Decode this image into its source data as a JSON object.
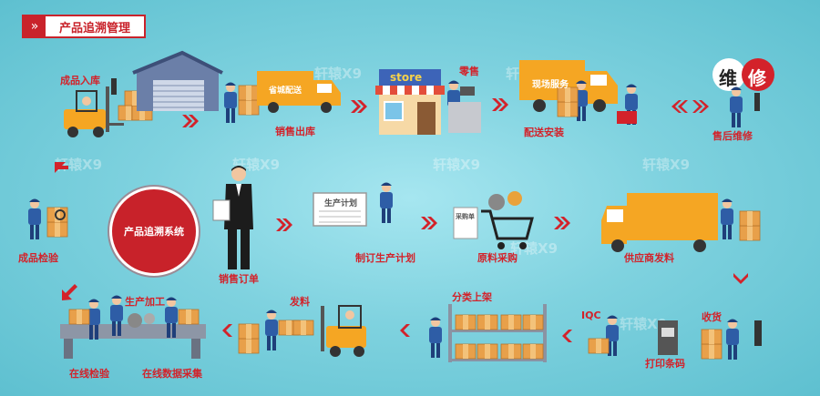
{
  "banner": {
    "title": "产品追溯管理",
    "flag_icon": "chevron-double-right"
  },
  "center": {
    "label": "产品追溯系统"
  },
  "watermark": "轩辕X9",
  "steps": {
    "finished_storage": "成品入库",
    "sales_outbound": "销售出库",
    "retail": "零售",
    "delivery_install": "配送安装",
    "after_sales": "售后维修",
    "finished_inspect": "成品检验",
    "sales_order": "销售订单",
    "production_plan": "制订生产计划",
    "raw_purchase": "原料采购",
    "supplier_ship": "供应商发料",
    "production": "生产加工",
    "issue_material": "发料",
    "sort_shelf": "分类上架",
    "iqc": "IQC",
    "receive": "收货",
    "print_barcode": "打印条码",
    "online_inspect": "在线检验",
    "online_collect": "在线数据采集"
  },
  "signs": {
    "truck1": "省城配送",
    "store": "store",
    "truck2": "现场服务",
    "repair1": "维",
    "repair2": "修",
    "plan_board": "生产计划",
    "purchase_doc": "采购单"
  },
  "colors": {
    "accent": "#d3222a",
    "orange": "#f5a623",
    "navy": "#1f3f7a"
  }
}
